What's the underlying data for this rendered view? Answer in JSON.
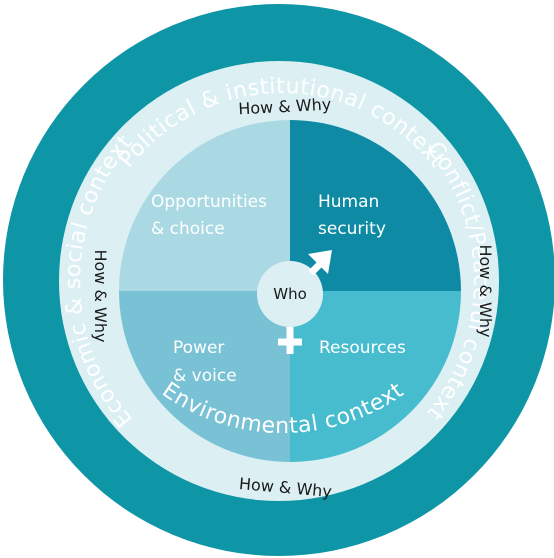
{
  "colors": {
    "outer_ring": "#0e95a6",
    "middle_ring": "#dcf0f4",
    "quad_top_left": "#aad9e4",
    "quad_top_right": "#0e8aa4",
    "quad_bottom_left": "#79c2d6",
    "quad_bottom_right": "#48bccf",
    "center": "#dcf0f4",
    "symbol": "#ffffff"
  },
  "outer_ring": {
    "top": "Political & institutional context",
    "left": "Economic & social context",
    "right": "Conflict/Peaceful context",
    "bottom": "Environmental context"
  },
  "middle_ring": {
    "top": "How & Why",
    "left": "How & Why",
    "right": "How & Why",
    "bottom": "How & Why"
  },
  "quadrants": {
    "top_left": {
      "line1": "Opportunities",
      "line2": "& choice"
    },
    "top_right": {
      "line1": "Human",
      "line2": "security"
    },
    "bottom_left": {
      "line1": "Power",
      "line2": "& voice"
    },
    "bottom_right": {
      "line1": "Resources"
    }
  },
  "center": {
    "label": "Who",
    "symbols": [
      "male-symbol",
      "female-symbol"
    ]
  }
}
